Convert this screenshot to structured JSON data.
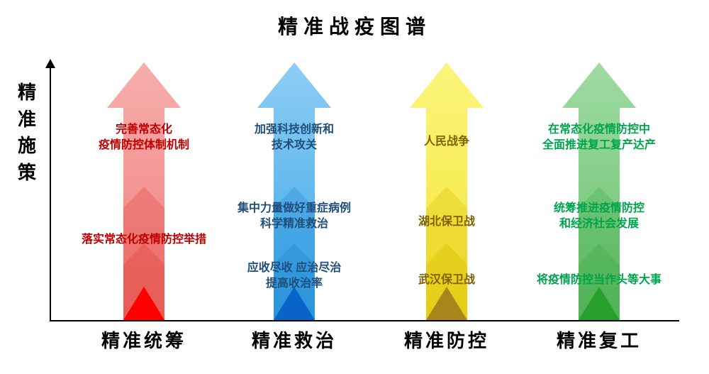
{
  "title": "精准战疫图谱",
  "y_axis_label": "精准施策",
  "columns": [
    {
      "footer": "精准统筹",
      "text_color": "#c00000",
      "grad_top": "#f7aeac",
      "grad_bottom": "#ef7d7a",
      "overlay": "#e1413d",
      "tip": "#fe0000",
      "labels": [
        "完善常态化\n疫情防控体制机制",
        "落实常态化疫情防控举措"
      ]
    },
    {
      "footer": "精准救治",
      "text_color": "#1f4e79",
      "grad_top": "#8ecdf4",
      "grad_bottom": "#3aa6e9",
      "overlay": "#1f87d2",
      "tip": "#0a64c8",
      "labels": [
        "加强科技创新和\n技术攻关",
        "集中力量做好重症病例\n科学精准救治",
        "应收尽收 应治尽治\n提高收治率"
      ]
    },
    {
      "footer": "精准防控",
      "text_color": "#7f6000",
      "grad_top": "#fbf47d",
      "grad_bottom": "#f5e632",
      "overlay": "#d9ba00",
      "tip": "#a8861c",
      "labels": [
        "人民战争",
        "湖北保卫战",
        "武汉保卫战"
      ]
    },
    {
      "footer": "精准复工",
      "text_color": "#00a44c",
      "grad_top": "#9fdba2",
      "grad_bottom": "#67c16c",
      "overlay": "#3fa847",
      "tip": "#27a02d",
      "labels": [
        "在常态化疫情防控中\n全面推进复工复产达产",
        "统筹推进疫情防控\n和经济社会发展",
        "将疫情防控当作头等大事"
      ]
    }
  ]
}
